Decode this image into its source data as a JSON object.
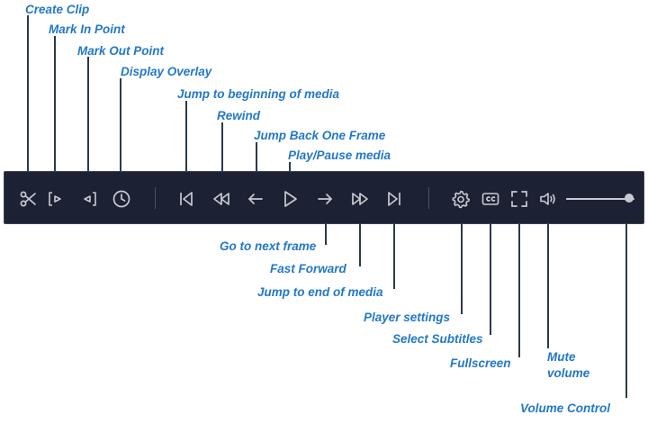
{
  "callouts": {
    "create_clip": "Create Clip",
    "mark_in": "Mark In Point",
    "mark_out": "Mark Out Point",
    "display_overlay": "Display Overlay",
    "jump_begin": "Jump to beginning of media",
    "rewind": "Rewind",
    "jump_back_frame": "Jump Back One Frame",
    "play_pause": "Play/Pause media",
    "next_frame": "Go to next frame",
    "fast_forward": "Fast Forward",
    "jump_end": "Jump to end of media",
    "player_settings": "Player settings",
    "select_subtitles": "Select Subtitles",
    "fullscreen": "Fullscreen",
    "mute_line1": "Mute",
    "mute_line2": "volume",
    "volume_control": "Volume Control"
  },
  "toolbar": {
    "icons": [
      "scissors-icon",
      "mark-in-icon",
      "mark-out-icon",
      "clock-icon",
      "skip-start-icon",
      "rewind-icon",
      "arrow-left-icon",
      "play-icon",
      "arrow-right-icon",
      "fast-forward-icon",
      "skip-end-icon",
      "gear-icon",
      "cc-icon",
      "fullscreen-icon",
      "speaker-icon"
    ],
    "volume_level": 0.92
  },
  "colors": {
    "callout_text": "#2378c8",
    "toolbar_bg": "#1c2233",
    "icon": "#c6cad3"
  }
}
